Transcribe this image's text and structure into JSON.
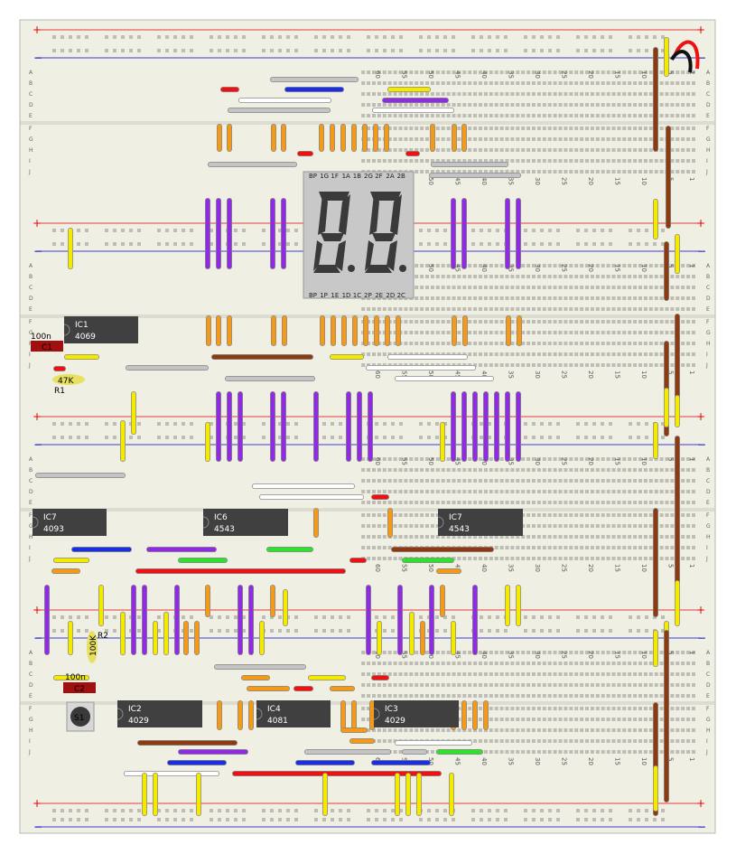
{
  "colors": {
    "board": "#efefe4",
    "hole": "#bdbdb5",
    "rail_red": "#e00000",
    "rail_blue": "#0000d0",
    "chip": "#404040",
    "display": "#c8c8c8",
    "seg": "#3a3a3a"
  },
  "col_numbers": [
    "60",
    "55",
    "50",
    "45",
    "40",
    "35",
    "30",
    "25",
    "20",
    "15",
    "10",
    "5",
    "1"
  ],
  "row_labels_top": [
    "A",
    "B",
    "C",
    "D",
    "E"
  ],
  "row_labels_bottom": [
    "F",
    "G",
    "H",
    "I",
    "J"
  ],
  "rail_symbols": {
    "plus": "+",
    "minus": "−"
  },
  "chips": [
    {
      "id": "IC1",
      "part": "4069"
    },
    {
      "id": "IC7",
      "part": "4093"
    },
    {
      "id": "IC6",
      "part": "4543"
    },
    {
      "id": "IC7",
      "part": "4543"
    },
    {
      "id": "IC2",
      "part": "4029"
    },
    {
      "id": "IC4",
      "part": "4081"
    },
    {
      "id": "IC3",
      "part": "4029"
    }
  ],
  "display": {
    "top_pins": [
      "BP",
      "1G",
      "1F",
      "1A",
      "1B",
      "2G",
      "2F",
      "2A",
      "2B"
    ],
    "bottom_pins": [
      "BP",
      "1P",
      "1E",
      "1D",
      "1C",
      "2P",
      "2E",
      "2D",
      "2C"
    ],
    "digits": "88"
  },
  "components": {
    "c1_value": "100n",
    "c1_label": "C1",
    "r1_value": "47K",
    "r1_label": "R1",
    "r2_value": "100K",
    "r2_label": "R2",
    "c2_value": "100n",
    "c2_label": "C2",
    "s1_label": "S1"
  }
}
